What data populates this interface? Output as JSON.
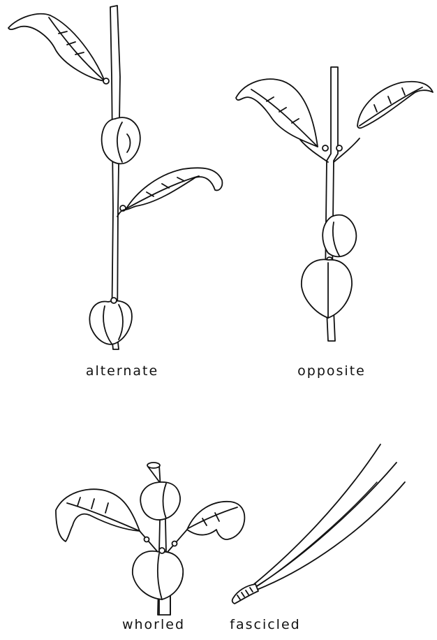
{
  "labels": {
    "alternate": "alternate",
    "opposite": "opposite",
    "whorled": "whorled",
    "fascicled": "fascicled"
  },
  "colors": {
    "ink": "#111111",
    "paper": "#ffffff"
  }
}
